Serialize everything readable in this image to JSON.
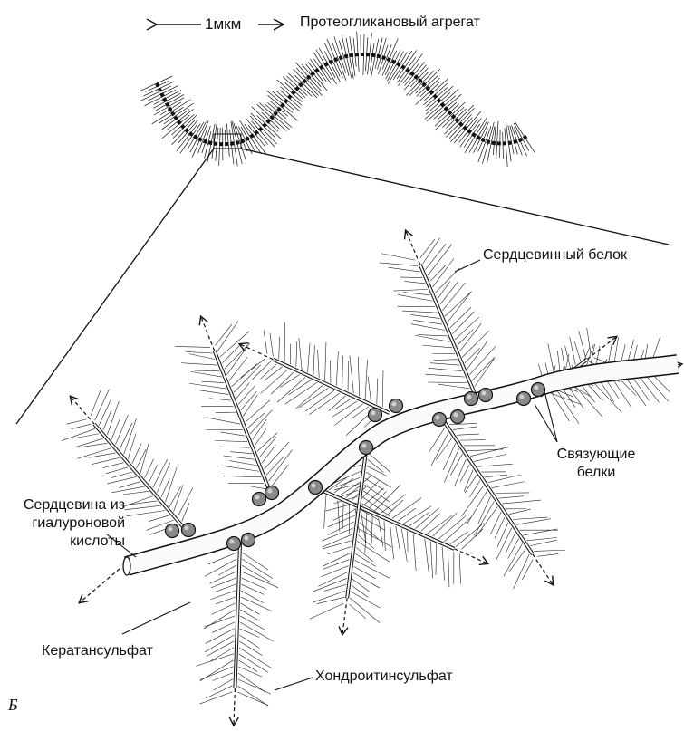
{
  "scale_bar": {
    "label": "1мкм"
  },
  "labels": {
    "aggregate": "Протеогликановый агрегат",
    "core_protein": "Сердцевинный белок",
    "link_proteins": "Связующие\nбелки",
    "hyaluronic_core": "Сердцевина из\nгиалуроновой\nкислоты",
    "keratan_sulfate": "Кератансульфат",
    "chondroitin_sulfate": "Хондроитинсульфат",
    "panel": "Б"
  },
  "colors": {
    "ink": "#111111",
    "background": "#ffffff",
    "fiber": "#f4f4f4"
  }
}
